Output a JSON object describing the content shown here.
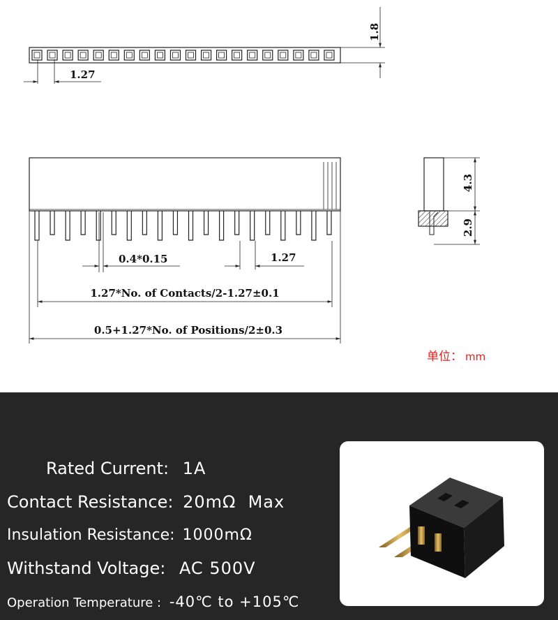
{
  "drawing": {
    "top_view": {
      "pitch": "1.27",
      "height": "1.8"
    },
    "front_view": {
      "pin_width": "0.4*0.15",
      "pitch": "1.27",
      "contacts_formula": "1.27*No. of Contacts/2-1.27±0.1",
      "positions_formula": "0.5+1.27*No. of Positions/2±0.3"
    },
    "side_view": {
      "body_height": "4.3",
      "pin_length": "2.9"
    },
    "unit_label": "单位：",
    "unit_value": "mm",
    "colors": {
      "unit": "#e8211c",
      "line": "#222222"
    }
  },
  "specs": {
    "background": "#262626",
    "rows": [
      {
        "label": "Rated Current:",
        "value": "1A"
      },
      {
        "label": "Contact Resistance:",
        "value": "20mΩ  Max"
      },
      {
        "label": "Insulation Resistance:",
        "value": "1000mΩ"
      },
      {
        "label": "Withstand Voltage:",
        "value": "AC 500V"
      },
      {
        "label": "Operation Temperature :",
        "value": "-40℃ to +105℃"
      }
    ]
  },
  "photo": {
    "subject": "connector-photo"
  }
}
